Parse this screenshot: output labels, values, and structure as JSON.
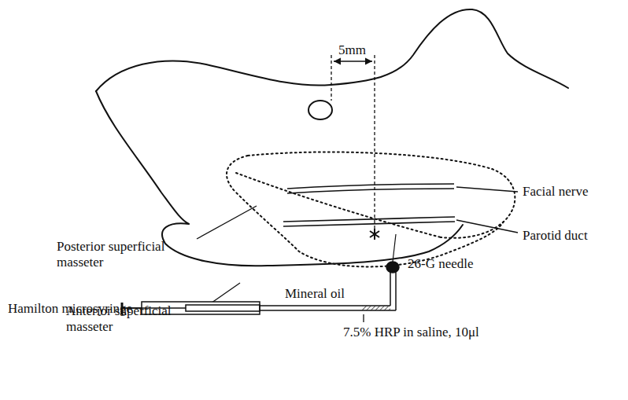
{
  "diagram": {
    "labels": [
      "5mm",
      "Facial nerve",
      "Parotid duct",
      "Posterior superficial masseter",
      "Anterior superficial masseter",
      "26-G needle",
      "Hamilton microsyringe",
      "Mineral oil",
      "7.5% HRP in saline, 10μl"
    ]
  }
}
